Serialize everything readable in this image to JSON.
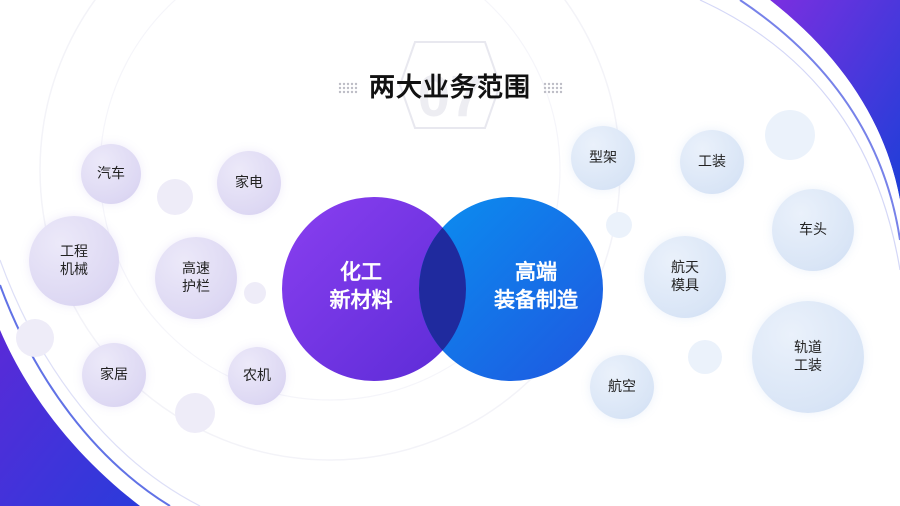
{
  "title": {
    "number_watermark": "07",
    "text": "两大业务范围"
  },
  "venn": {
    "left": {
      "label": "化工\n新材料",
      "color_start": "#8a3ff0",
      "color_end": "#5b2bd6"
    },
    "right": {
      "label": "高端\n装备制造",
      "color_start": "#0a8ff0",
      "color_end": "#1f57e0"
    },
    "overlap_color": "#1f2a9e"
  },
  "left_bubbles": [
    {
      "key": "car",
      "label": "汽车"
    },
    {
      "key": "appliance",
      "label": "家电"
    },
    {
      "key": "machinery",
      "label": "工程\n机械"
    },
    {
      "key": "guardrail",
      "label": "高速\n护栏"
    },
    {
      "key": "furniture",
      "label": "家居"
    },
    {
      "key": "agri",
      "label": "农机"
    }
  ],
  "right_bubbles": [
    {
      "key": "frame",
      "label": "型架"
    },
    {
      "key": "tooling",
      "label": "工装"
    },
    {
      "key": "front",
      "label": "车头"
    },
    {
      "key": "aerospace_mold",
      "label": "航天\n模具"
    },
    {
      "key": "rail_tooling",
      "label": "轨道\n工装"
    },
    {
      "key": "aviation",
      "label": "航空"
    }
  ],
  "colors": {
    "accent_purple": "#6a2bd9",
    "accent_blue": "#1b4fe0"
  }
}
